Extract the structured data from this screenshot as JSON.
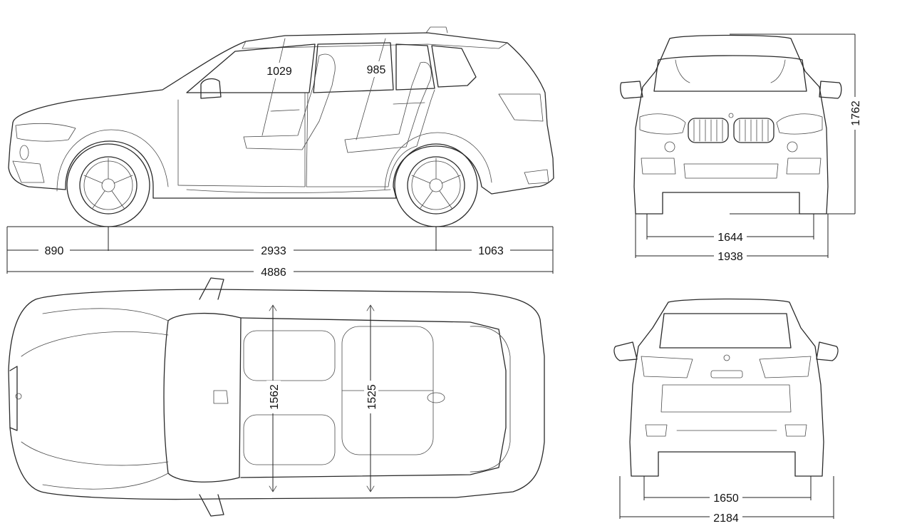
{
  "dimensions": {
    "front_overhang": "890",
    "wheelbase": "2933",
    "rear_overhang": "1063",
    "overall_length": "4886",
    "front_headroom": "1029",
    "rear_headroom": "985",
    "front_track": "1644",
    "width_body": "1938",
    "height": "1762",
    "front_shoulder_width": "1562",
    "rear_shoulder_width": "1525",
    "rear_track": "1650",
    "width_mirrors": "2184"
  }
}
